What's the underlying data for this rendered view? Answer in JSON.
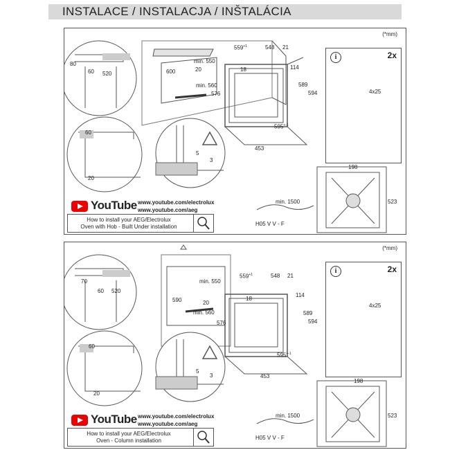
{
  "header": {
    "title": "INSTALACE / INSTALACJA / INŠTALÁCIA"
  },
  "panels": [
    {
      "unit_note": "(*mm)",
      "youtube": {
        "logo_text": "YouTube",
        "url_1": "www.youtube.com/electrolux",
        "url_2": "www.youtube.com/aeg"
      },
      "howto": {
        "line_1": "How to install your AEG/Electrolux",
        "line_2": "Oven with Hob - Built Under installation"
      },
      "cabinet_dims": {
        "d80": "80",
        "d60": "60",
        "d520": "520",
        "d600": "600",
        "min550": "min. 550",
        "d20": "20",
        "min560": "min. 560"
      },
      "detail_dims": {
        "d60": "60",
        "d20": "20"
      },
      "warning_dims": {
        "d5": "5",
        "d3": "3"
      },
      "oven_dims": {
        "d559": "559",
        "d559_sup": "+1",
        "d548": "548",
        "d21": "21",
        "d114": "114",
        "d18": "18",
        "d576": "576",
        "d589": "589",
        "d594": "594",
        "d595": "595",
        "d595_sup": "+-1",
        "d453": "453"
      },
      "screws": {
        "count": "2x",
        "size": "4x25",
        "info": "i"
      },
      "cable": {
        "length": "min. 1500",
        "type": "H05 V V - F"
      },
      "back_dims": {
        "d198": "198",
        "d523": "523"
      }
    },
    {
      "unit_note": "(*mm)",
      "youtube": {
        "logo_text": "YouTube",
        "url_1": "www.youtube.com/electrolux",
        "url_2": "www.youtube.com/aeg"
      },
      "howto": {
        "line_1": "How to install your AEG/Electrolux",
        "line_2": "Oven - Column installation"
      },
      "cabinet_dims": {
        "d70": "70",
        "d60": "60",
        "d520": "520",
        "d590": "590",
        "min550": "min. 550",
        "d20": "20",
        "min560": "min. 560"
      },
      "detail_dims": {
        "d60": "60",
        "d20": "20"
      },
      "warning_dims": {
        "d5": "5",
        "d3": "3"
      },
      "oven_dims": {
        "d559": "559",
        "d559_sup": "+1",
        "d548": "548",
        "d21": "21",
        "d114": "114",
        "d18": "18",
        "d576": "576",
        "d589": "589",
        "d594": "594",
        "d595": "595",
        "d595_sup": "+-1",
        "d453": "453"
      },
      "screws": {
        "count": "2x",
        "size": "4x25",
        "info": "i"
      },
      "cable": {
        "length": "min. 1500",
        "type": "H05 V V - F"
      },
      "back_dims": {
        "d198": "198",
        "d523": "523"
      }
    }
  ]
}
